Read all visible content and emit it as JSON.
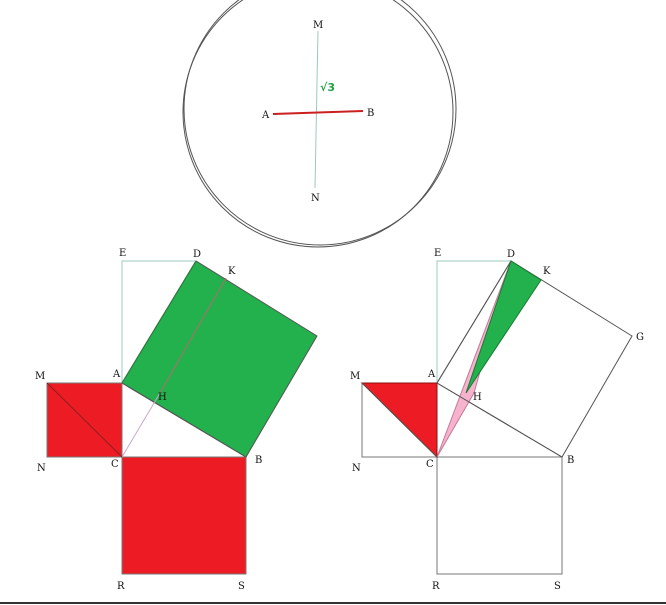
{
  "colors": {
    "red": "#ed1c24",
    "green": "#22b14c",
    "pink": "#f7b2cd",
    "stroke": "#555555",
    "light_stroke": "#8fb7a8"
  },
  "top_figure": {
    "labels": {
      "M": "M",
      "A": "A",
      "B": "B",
      "N": "N"
    },
    "segment_label": "√3"
  },
  "left_figure": {
    "labels": {
      "E": "E",
      "D": "D",
      "K": "K",
      "M": "M",
      "A": "A",
      "H": "H",
      "N": "N",
      "C": "C",
      "B": "B",
      "R": "R",
      "S": "S"
    }
  },
  "right_figure": {
    "labels": {
      "E": "E",
      "D": "D",
      "K": "K",
      "G": "G",
      "M": "M",
      "A": "A",
      "H": "H",
      "N": "N",
      "C": "C",
      "B": "B",
      "R": "R",
      "S": "S"
    }
  }
}
